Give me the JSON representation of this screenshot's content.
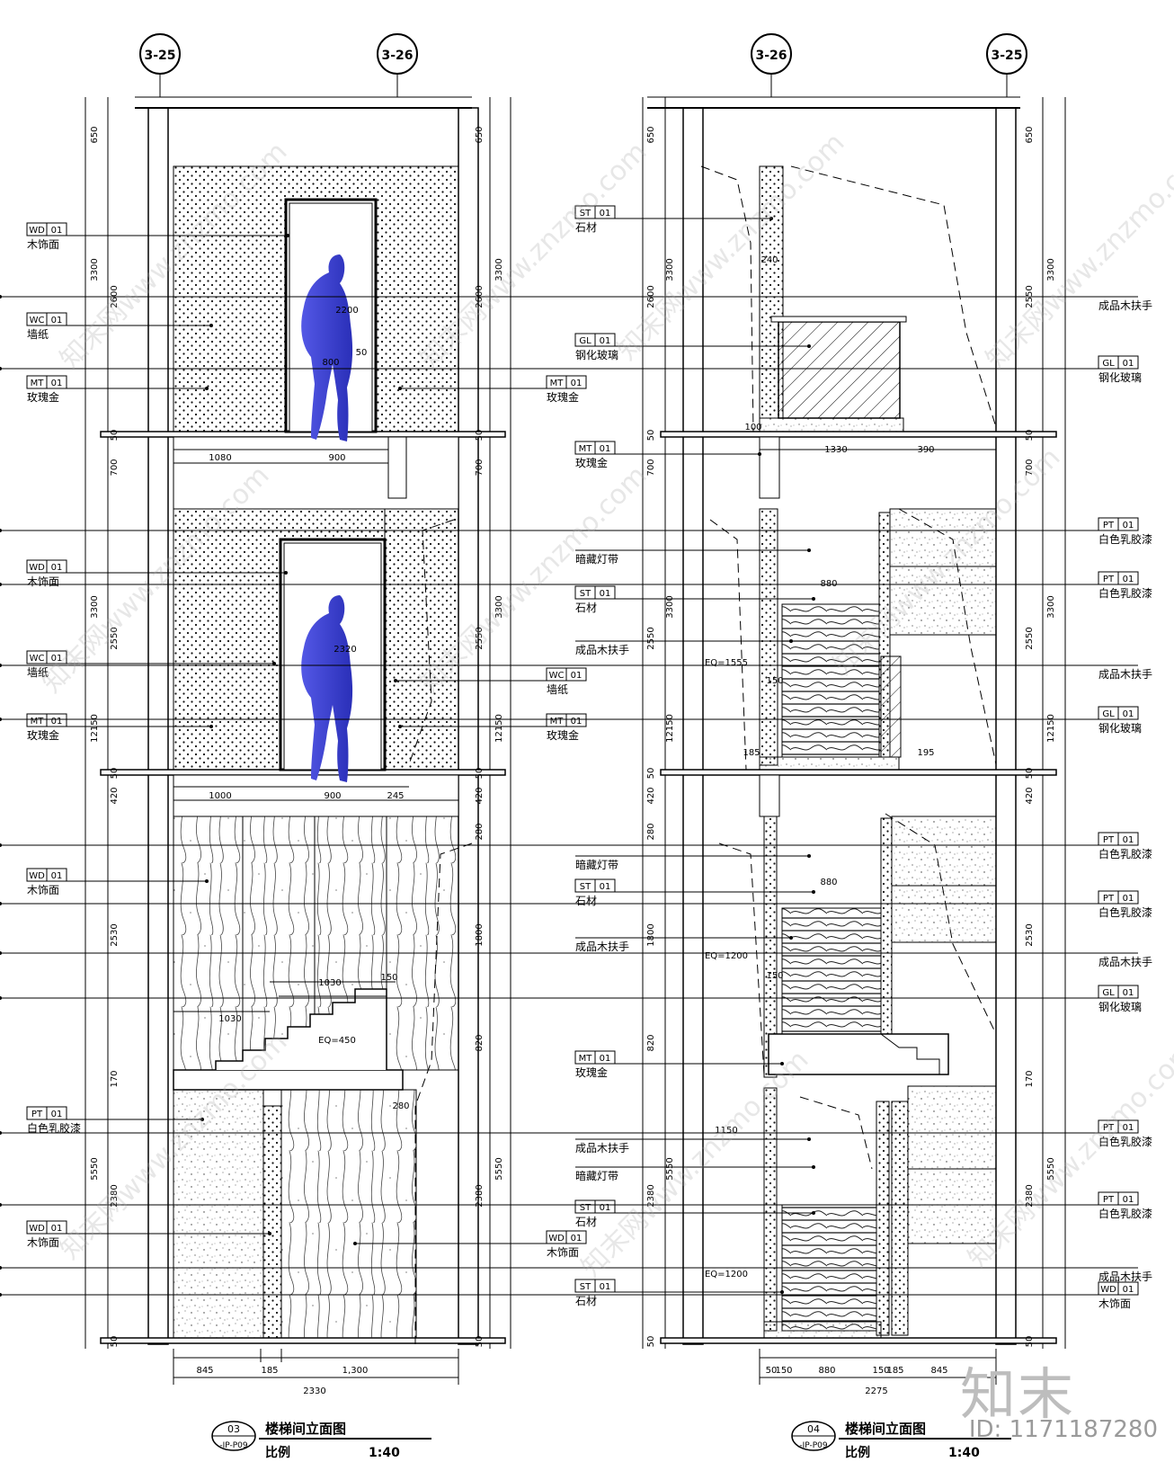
{
  "axes": {
    "left": [
      "3-25",
      "3-26"
    ],
    "right": [
      "3-26",
      "3-25"
    ]
  },
  "left_drawing": {
    "title": "楼梯间立面图",
    "number": "03",
    "sheet": "-IP-P09",
    "scale_label": "比例",
    "scale": "1:40",
    "dims_left_outer": [
      "650",
      "3300",
      "3300",
      "12150",
      "5550"
    ],
    "dims_left_inner": [
      "2600",
      "50",
      "700",
      "2550",
      "50",
      "420",
      "2530",
      "170",
      "2380",
      "50"
    ],
    "dims_right": [
      "650",
      "2600",
      "3300",
      "50",
      "700",
      "2550",
      "3300",
      "12150",
      "50",
      "420",
      "280",
      "1800",
      "820",
      "5550",
      "2380",
      "50"
    ],
    "dims_bottom": [
      "845",
      "185",
      "1,300",
      "2330"
    ],
    "dims_misc": [
      "1080",
      "900",
      "1000",
      "900",
      "245",
      "50",
      "800",
      "2200",
      "1030",
      "1030",
      "150",
      "280",
      "EQ=450",
      "2320"
    ],
    "labels_left": [
      {
        "code": "WD",
        "num": "01",
        "text": "木饰面"
      },
      {
        "code": "WC",
        "num": "01",
        "text": "墙纸"
      },
      {
        "code": "MT",
        "num": "01",
        "text": "玫瑰金"
      },
      {
        "code": "WD",
        "num": "01",
        "text": "木饰面"
      },
      {
        "code": "WC",
        "num": "01",
        "text": "墙纸"
      },
      {
        "code": "MT",
        "num": "01",
        "text": "玫瑰金"
      },
      {
        "code": "WD",
        "num": "01",
        "text": "木饰面"
      },
      {
        "code": "PT",
        "num": "01",
        "text": "白色乳胶漆"
      },
      {
        "code": "WD",
        "num": "01",
        "text": "木饰面"
      }
    ],
    "labels_right": [
      {
        "code": "MT",
        "num": "01",
        "text": "玫瑰金"
      },
      {
        "code": "WC",
        "num": "01",
        "text": "墙纸"
      },
      {
        "code": "MT",
        "num": "01",
        "text": "玫瑰金"
      },
      {
        "code": "WD",
        "num": "01",
        "text": "木饰面"
      }
    ]
  },
  "right_drawing": {
    "title": "楼梯间立面图",
    "number": "04",
    "sheet": "-IP-P09",
    "scale_label": "比例",
    "scale": "1:40",
    "dims_left": [
      "650",
      "2600",
      "3300",
      "50",
      "700",
      "2550",
      "3300",
      "12150",
      "50",
      "420",
      "280",
      "1800",
      "820",
      "5550",
      "2380",
      "50"
    ],
    "dims_right": [
      "650",
      "3300",
      "2550",
      "50",
      "700",
      "2550",
      "3300",
      "12150",
      "50",
      "420",
      "2530",
      "170",
      "5550",
      "2380",
      "50"
    ],
    "dims_bottom": [
      "50",
      "150",
      "880",
      "150",
      "185",
      "845",
      "2275"
    ],
    "dims_misc": [
      "240",
      "100",
      "1330",
      "390",
      "880",
      "EQ=1555",
      "150",
      "185",
      "195",
      "880",
      "EQ=1200",
      "150",
      "1150",
      "EQ=1200"
    ],
    "labels_left": [
      {
        "code": "ST",
        "num": "01",
        "text": "石材"
      },
      {
        "code": "GL",
        "num": "01",
        "text": "钢化玻璃"
      },
      {
        "code": "MT",
        "num": "01",
        "text": "玫瑰金"
      },
      {
        "code": "",
        "num": "",
        "text": "暗藏灯带"
      },
      {
        "code": "ST",
        "num": "01",
        "text": "石材"
      },
      {
        "code": "",
        "num": "",
        "text": "成品木扶手"
      },
      {
        "code": "",
        "num": "",
        "text": "暗藏灯带"
      },
      {
        "code": "ST",
        "num": "01",
        "text": "石材"
      },
      {
        "code": "",
        "num": "",
        "text": "成品木扶手"
      },
      {
        "code": "MT",
        "num": "01",
        "text": "玫瑰金"
      },
      {
        "code": "",
        "num": "",
        "text": "成品木扶手"
      },
      {
        "code": "",
        "num": "",
        "text": "暗藏灯带"
      },
      {
        "code": "ST",
        "num": "01",
        "text": "石材"
      },
      {
        "code": "ST",
        "num": "01",
        "text": "石材"
      }
    ],
    "labels_right": [
      {
        "code": "",
        "num": "",
        "text": "成品木扶手"
      },
      {
        "code": "GL",
        "num": "01",
        "text": "钢化玻璃"
      },
      {
        "code": "PT",
        "num": "01",
        "text": "白色乳胶漆"
      },
      {
        "code": "PT",
        "num": "01",
        "text": "白色乳胶漆"
      },
      {
        "code": "",
        "num": "",
        "text": "成品木扶手"
      },
      {
        "code": "GL",
        "num": "01",
        "text": "钢化玻璃"
      },
      {
        "code": "PT",
        "num": "01",
        "text": "白色乳胶漆"
      },
      {
        "code": "PT",
        "num": "01",
        "text": "白色乳胶漆"
      },
      {
        "code": "",
        "num": "",
        "text": "成品木扶手"
      },
      {
        "code": "GL",
        "num": "01",
        "text": "钢化玻璃"
      },
      {
        "code": "PT",
        "num": "01",
        "text": "白色乳胶漆"
      },
      {
        "code": "PT",
        "num": "01",
        "text": "白色乳胶漆"
      },
      {
        "code": "",
        "num": "",
        "text": "成品木扶手"
      },
      {
        "code": "WD",
        "num": "01",
        "text": "木饰面"
      }
    ]
  },
  "watermarks": [
    "知末网www.znzmo.com"
  ],
  "brand": "知末",
  "id_text": "ID: 1171187280",
  "colors": {
    "line": "#000000",
    "person": "#3b3fd6",
    "watermark": "#aaaaaa"
  }
}
